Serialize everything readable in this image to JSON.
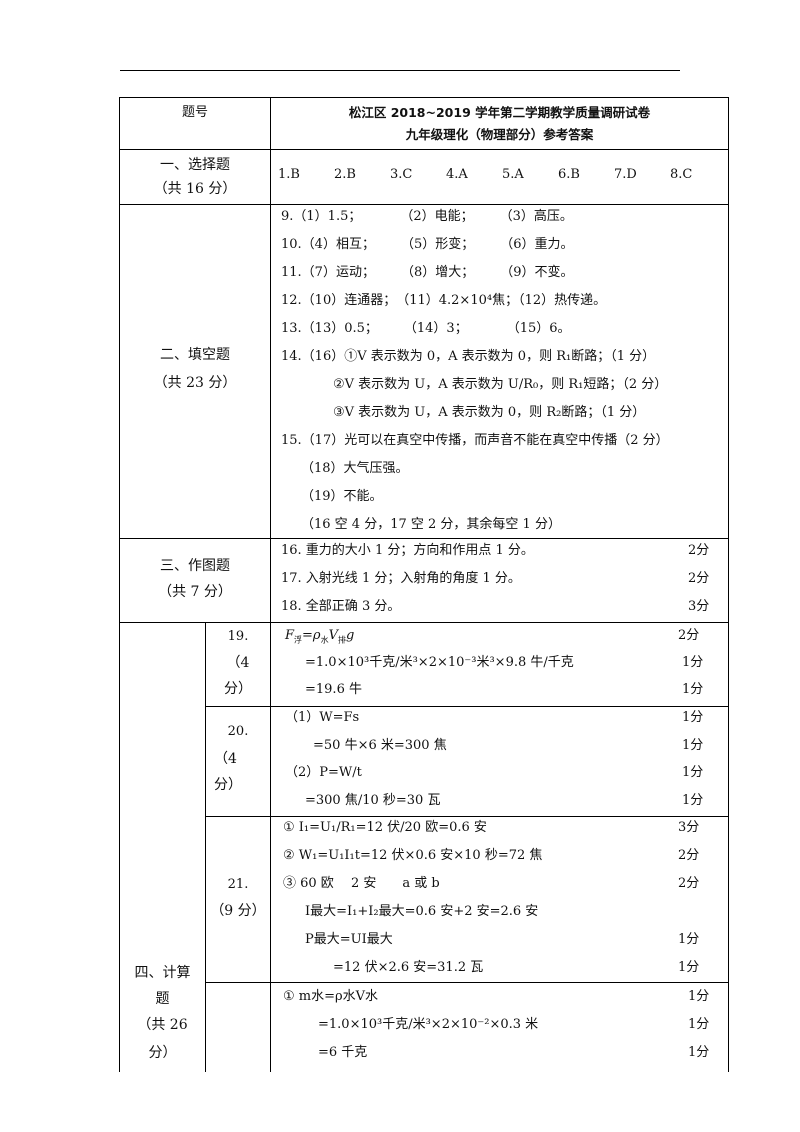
{
  "header": {
    "col_label": "题号",
    "title_line1": "松江区 2018~2019 学年第二学期教学质量调研试卷",
    "title_line2": "九年级理化（物理部分）参考答案"
  },
  "s1": {
    "label": "一、选择题",
    "points": "（共 16 分）",
    "answers": [
      "1.B",
      "2.B",
      "3.C",
      "4.A",
      "5.A",
      "6.B",
      "7.D",
      "8.C"
    ]
  },
  "s2": {
    "label": "二、填空题",
    "points": "（共 23 分）",
    "lines": [
      "9.（1）1.5；　　　　（2）电能；　　　（3）高压。",
      "10.（4）相互；　　　（5）形变；　　　（6）重力。",
      "11.（7）运动；　　　（8）增大；　　　（9）不变。",
      "12.（10）连通器；　（11）4.2×10⁴焦；（12）热传递。",
      "13.（13）0.5；　　　（14）3；　　　　（15）6。",
      "14.（16）①V 表示数为 0，A 表示数为 0，则 R₁断路；（1 分）",
      "②V 表示数为 U，A 表示数为 U/R₀，则 R₁短路；（2 分）",
      "③V 表示数为 U，A 表示数为 0，则 R₂断路；（1 分）",
      "15.（17）光可以在真空中传播，而声音不能在真空中传播（2 分）",
      "（18）大气压强。",
      "（19）不能。",
      "（16 空 4 分，17 空 2 分，其余每空 1 分）"
    ]
  },
  "s3": {
    "label": "三、作图题",
    "points": "（共 7 分）",
    "rows": [
      {
        "text": "16. 重力的大小 1 分；方向和作用点 1 分。",
        "score": "2分"
      },
      {
        "text": "17. 入射光线 1 分；入射角的角度 1 分。",
        "score": "2分"
      },
      {
        "text": "18. 全部正确 3 分。",
        "score": "3分"
      }
    ]
  },
  "s4": {
    "label_a": "四、计算",
    "label_b": "题",
    "label_c": "（共 26",
    "label_d": "分）",
    "q19": {
      "num": "19.",
      "pts_a": "（4",
      "pts_b": "分）",
      "lines": [
        {
          "text": "F浮=ρ水V排g",
          "score": "2分"
        },
        {
          "text": "=1.0×10³千克/米³×2×10⁻³米³×9.8 牛/千克",
          "score": "1分"
        },
        {
          "text": "=19.6 牛",
          "score": "1分"
        }
      ]
    },
    "q20": {
      "num": "20.",
      "pts_a": "（4",
      "pts_b": "分）",
      "lines": [
        {
          "text": "（1）W=Fs",
          "score": "1分"
        },
        {
          "text": "=50 牛×6 米=300 焦",
          "score": "1分"
        },
        {
          "text": "（2）P=W/t",
          "score": "1分"
        },
        {
          "text": "=300 焦/10 秒=30 瓦",
          "score": "1分"
        }
      ]
    },
    "q21": {
      "num": "21.",
      "pts": "（9 分）",
      "lines": [
        {
          "text": "①  I₁=U₁/R₁=12 伏/20 欧=0.6 安",
          "score": "3分"
        },
        {
          "text": "②  W₁=U₁I₁t=12 伏×0.6 安×10 秒=72 焦",
          "score": "2分"
        },
        {
          "text": "③  60 欧　 2 安　　a 或 b",
          "score": "2分"
        },
        {
          "text": "I最大=I₁+I₂最大=0.6 安+2 安=2.6 安",
          "score": ""
        },
        {
          "text": "P最大=UI最大",
          "score": "1分"
        },
        {
          "text": "=12 伏×2.6 安=31.2 瓦",
          "score": "1分"
        }
      ]
    },
    "q22": {
      "lines": [
        {
          "text": "①  m水=ρ水V水",
          "score": "1分"
        },
        {
          "text": "=1.0×10³千克/米³×2×10⁻²×0.3 米",
          "score": "1分"
        },
        {
          "text": "=6 千克",
          "score": "1分"
        }
      ]
    }
  }
}
